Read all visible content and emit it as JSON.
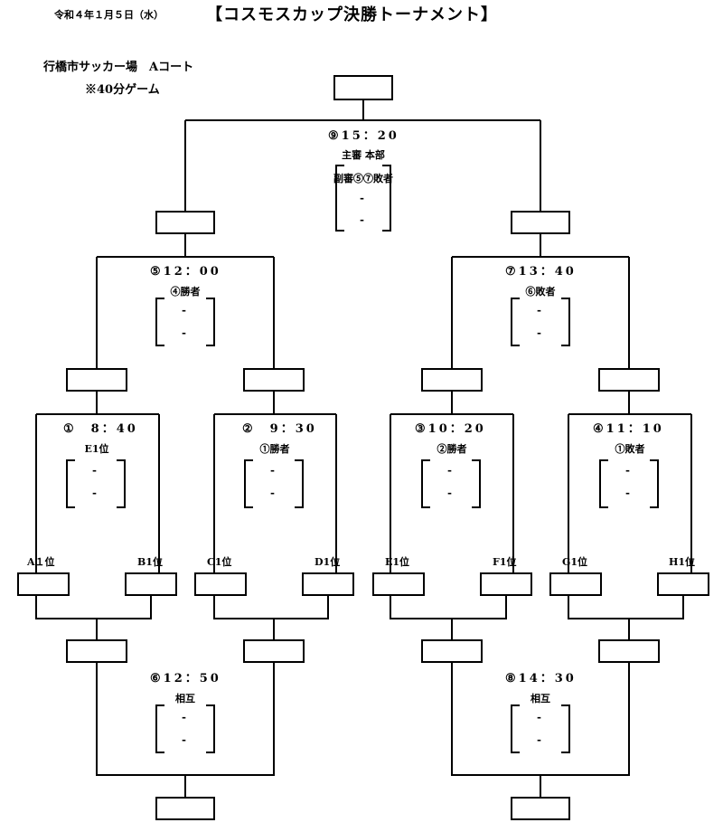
{
  "header": {
    "date": "令和４年１月５日（水）",
    "title": "【コスモスカップ決勝トーナメント】",
    "venue": "行橋市サッカー場　Aコート",
    "note": "※40分ゲーム"
  },
  "score_separator": "-",
  "matches": {
    "m1": {
      "time": "①　8：40",
      "ref": "E1位"
    },
    "m2": {
      "time": "②　9：30",
      "ref": "①勝者"
    },
    "m3": {
      "time": "③10：20",
      "ref": "②勝者"
    },
    "m4": {
      "time": "④11：10",
      "ref": "①敗者"
    },
    "m5": {
      "time": "⑤12：00",
      "ref": "④勝者"
    },
    "m6": {
      "time": "⑥12：50",
      "ref": "相互"
    },
    "m7": {
      "time": "⑦13：40",
      "ref": "⑥敗者"
    },
    "m8": {
      "time": "⑧14：30",
      "ref": "相互"
    },
    "m9": {
      "time": "⑨15：20",
      "ref1": "主審 本部",
      "ref2": "副審⑤⑦敗者"
    }
  },
  "teams": [
    "A１位",
    "B1位",
    "C1位",
    "D1位",
    "E1位",
    "F1位",
    "G1位",
    "H1位"
  ],
  "colors": {
    "line": "#000000",
    "background": "#ffffff"
  }
}
